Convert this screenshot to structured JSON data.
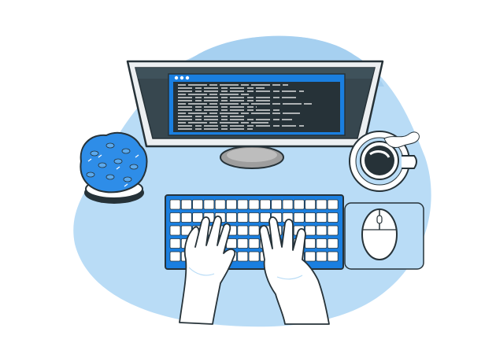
{
  "illustration": {
    "subject": "desk-workspace-top-view",
    "icons": {
      "monitor": "monitor-icon",
      "keyboard": "keyboard-icon",
      "mouse": "mouse-icon",
      "coffee": "coffee-cup-icon",
      "plant": "plant-icon",
      "hands": "typing-hands-icon"
    },
    "screen": {
      "window_dots": 3,
      "code_line_count": 15
    },
    "keyboard": {
      "rows": 5,
      "keys_per_row": 15
    },
    "colors": {
      "blob": "#b9dcf6",
      "blob_dark": "#9ac8ec",
      "accent": "#1a7fe0",
      "accent_light": "#5aa9ee",
      "outline": "#263238",
      "screen_bg": "#37474f",
      "key": "#ffffff",
      "skin": "#ffffff",
      "shadow": "#d6eaf9"
    }
  }
}
